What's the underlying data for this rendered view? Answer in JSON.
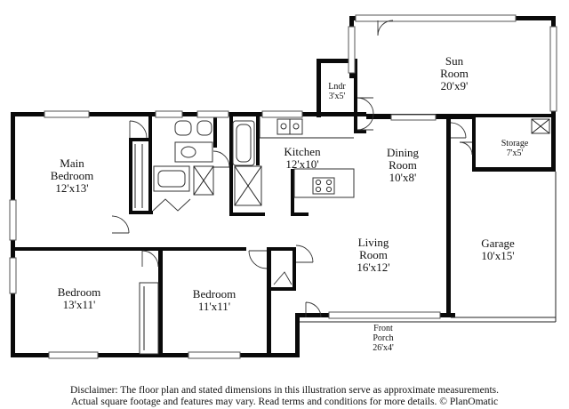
{
  "rooms": {
    "sun_room": {
      "name": "Sun\nRoom",
      "dims": "20'x9'"
    },
    "laundry": {
      "name": "Lndr",
      "dims": "3'x5'"
    },
    "storage": {
      "name": "Storage",
      "dims": "7'x5'"
    },
    "main_bedroom": {
      "name": "Main\nBedroom",
      "dims": "12'x13'"
    },
    "kitchen": {
      "name": "Kitchen",
      "dims": "12'x10'"
    },
    "dining_room": {
      "name": "Dining\nRoom",
      "dims": "10'x8'"
    },
    "living_room": {
      "name": "Living\nRoom",
      "dims": "16'x12'"
    },
    "garage": {
      "name": "Garage",
      "dims": "10'x15'"
    },
    "bedroom_left": {
      "name": "Bedroom",
      "dims": "13'x11'"
    },
    "bedroom_right": {
      "name": "Bedroom",
      "dims": "11'x11'"
    },
    "front_porch": {
      "name": "Front\nPorch",
      "dims": "26'x4'"
    }
  },
  "disclaimer": {
    "line1": "Disclaimer: The floor plan and stated dimensions in this illustration serve as approximate measurements.",
    "line2": "Actual square footage and features may vary. Read terms and conditions for more details. © PlanOmatic"
  }
}
